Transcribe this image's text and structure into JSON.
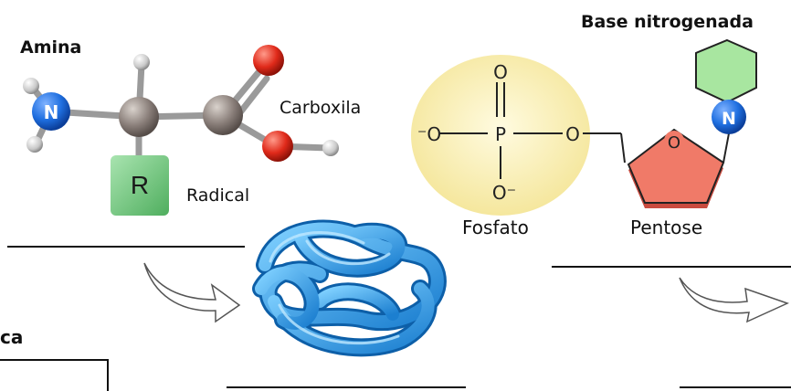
{
  "amino_acid": {
    "amine_label": "Amina",
    "nitrogen_symbol": "N",
    "radical_symbol": "R",
    "carboxyl_label": "Carboxila",
    "radical_label": "Radical",
    "colors": {
      "nitrogen": "#1f6fe0",
      "carbon": "#8a7f7a",
      "oxygen": "#e02a1a",
      "hydrogen": "#c8c8c8",
      "radical": "#6cc47a"
    }
  },
  "nucleotide": {
    "base_label": "Base nitrogenada",
    "phosphate_label": "Fosfato",
    "pentose_label": "Pentose",
    "nitrogen_symbol": "N",
    "phosphate_atoms": {
      "center": "P",
      "top": "O",
      "left": "⁻O",
      "right": "O",
      "bottom": "O⁻"
    },
    "ring_oxygen": "O",
    "colors": {
      "phosphate_bg": "#f8efa8",
      "pentose": "#f07060",
      "base": "#a8e6a0"
    }
  },
  "partial_text": {
    "left_fragment": "ca"
  }
}
